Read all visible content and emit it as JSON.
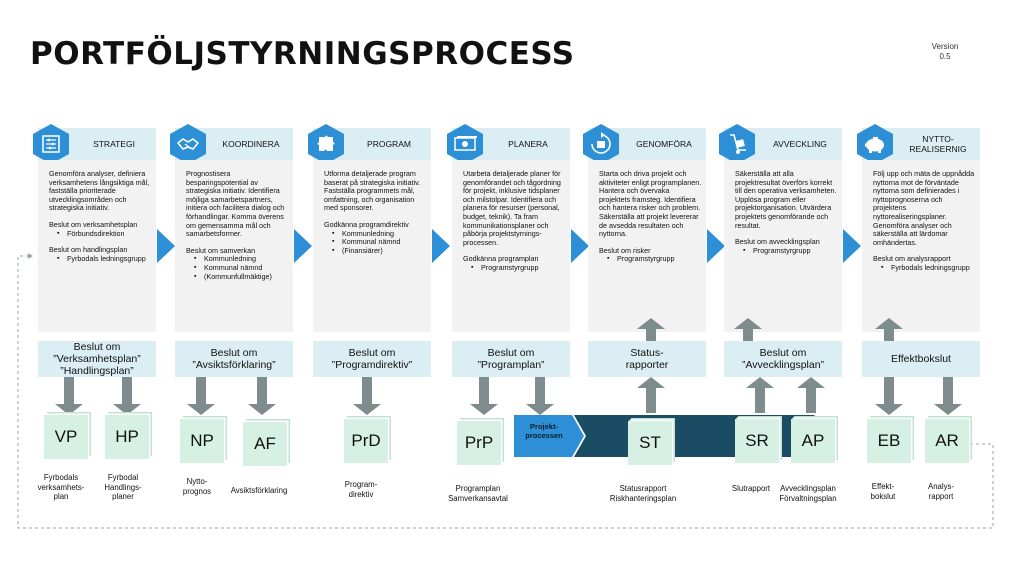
{
  "title": "PORTFÖLJSTYRNINGSPROCESS",
  "version": {
    "label": "Version",
    "number": "0.5"
  },
  "colors": {
    "header_bg": "#dbeef4",
    "body_bg": "#f2f2f2",
    "icon_blue": "#2d8fd6",
    "arrow_blue": "#2d8fd6",
    "down_arrow_gray": "#7f8c8d",
    "doc_green": "#d7f0e4",
    "process_dark": "#1a4d63"
  },
  "phases": [
    {
      "id": "strategi",
      "icon": "abacus-icon",
      "title": "STRATEGI",
      "text": "Genomföra analyser, definiera verksamhetens långsiktiga mål, fastställa prioriterade utvecklingsområden och strategiska initiativ.",
      "decisions": [
        {
          "label": "Beslut om verksamhetsplan",
          "items": [
            "Förbundsdirektion"
          ]
        },
        {
          "label": "Beslut om handlingsplan",
          "items": [
            "Fyrbodals ledningsgrupp"
          ]
        }
      ],
      "decision_box": "Beslut om\n”Verksamhetsplan”\n”Handlingsplan”"
    },
    {
      "id": "koordinera",
      "icon": "handshake-icon",
      "title": "KOORDINERA",
      "text": "Prognostisera besparingspotential av strategiska initiativ. Identifiera möjliga samarbetspartners, initiera och facilitera dialog och förhandlingar. Komma överens om gemensamma mål och samarbetsformer.",
      "decisions": [
        {
          "label": "Beslut om samverkan",
          "items": [
            "Kommunledning",
            "Kommunal nämnd",
            "(Kommunfullmäktige)"
          ]
        }
      ],
      "decision_box": "Beslut om\n”Avsiktsförklaring”"
    },
    {
      "id": "program",
      "icon": "puzzle-icon",
      "title": "PROGRAM",
      "text": "Utforma detaljerade program baserat på strategiska initiativ. Fastställa programmets mål, omfattning, och organisation med sponsorer.",
      "decisions": [
        {
          "label": "Godkänna programdirektiv",
          "items": [
            "Kommunledning",
            "Kommunal nämnd",
            "(Finansiärer)"
          ]
        }
      ],
      "decision_box": "Beslut om\n”Programdirektiv”"
    },
    {
      "id": "planera",
      "icon": "money-icon",
      "title": "PLANERA",
      "text": "Utarbeta detaljerade planer för genomförandet och tågordning för projekt, inklusive tidsplaner och milstolpar. Identifiera och planera för resurser (personal, budget, teknik). Ta fram kommunikationsplaner och påbörja projektstyrnings-processen.",
      "decisions": [
        {
          "label": "Godkänna programplan",
          "items": [
            "Programstyrgrupp"
          ]
        }
      ],
      "decision_box": "Beslut om\n”Programplan”"
    },
    {
      "id": "genomfora",
      "icon": "box-cycle-icon",
      "title": "GENOMFÖRA",
      "text": "Starta och driva projekt och aktiviteter enligt programplanen. Hantera och övervaka projektets framsteg. Identifiera och hantera risker och problem. Säkerställa att projekt levererar de avsedda resultaten och nyttorna.",
      "decisions": [
        {
          "label": "Beslut om risker",
          "items": [
            "Programstyrgrupp"
          ]
        }
      ],
      "decision_box": "Status-\nrapporter"
    },
    {
      "id": "avveckling",
      "icon": "hand-truck-icon",
      "title": "AVVECKLING",
      "text": "Säkerställa att alla projektresultat överförs korrekt till den operativa verksamheten. Upplösa program eller projektorganisation. Utvärdera projektets genomförande och resultat.",
      "decisions": [
        {
          "label": "Beslut om avvecklingsplan",
          "items": [
            "Programstyrgrupp"
          ]
        }
      ],
      "decision_box": "Beslut om\n”Avvecklingsplan”"
    },
    {
      "id": "nyttorealisering",
      "icon": "piggy-bank-icon",
      "title": "NYTTO-\nREALISERNIG",
      "text": "Följ upp och mäta de uppnådda nyttorna mot de förväntade nyttorna som definierades i nyttoprognoserna och projektens nyttorealiseringsplaner. Genomföra analyser och säkerställa att lärdomar omhändertas.",
      "decisions": [
        {
          "label": "Beslut om analysrapport",
          "items": [
            "Fyrbodals ledningsgrupp"
          ]
        }
      ],
      "decision_box": "Effektbokslut"
    }
  ],
  "documents": [
    {
      "code": "VP",
      "label": "Fyrbodals\nverksamhets-\nplan"
    },
    {
      "code": "HP",
      "label": "Fyrbodal\nHandlings-\nplaner"
    },
    {
      "code": "NP",
      "label": "Nytto-\nprognos"
    },
    {
      "code": "AF",
      "label": "Avsiktsförklaring"
    },
    {
      "code": "PrD",
      "label": "Program-\ndirektiv"
    },
    {
      "code": "PrP",
      "label": "Programplan\nSamverkansavtal"
    },
    {
      "code": "ST",
      "label": "Statusrapport\nRiskhanteringsplan"
    },
    {
      "code": "SR",
      "label": "Slutrapport"
    },
    {
      "code": "AP",
      "label": "Avvecklingsplan\nFörvaltningsplan"
    },
    {
      "code": "EB",
      "label": "Effekt-\nbokslut"
    },
    {
      "code": "AR",
      "label": "Analys-\nrapport"
    }
  ],
  "process_band": {
    "label": "Projekt-\nprocessen"
  }
}
